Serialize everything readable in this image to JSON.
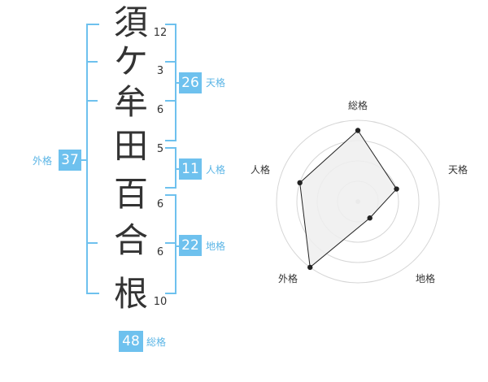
{
  "name_characters": [
    "須",
    "ケ",
    "牟",
    "田",
    "百",
    "合",
    "根"
  ],
  "stroke_counts": [
    "12",
    "3",
    "6",
    "5",
    "6",
    "6",
    "10"
  ],
  "scores": {
    "tenkaku": {
      "value": "26",
      "label": "天格"
    },
    "jinkaku": {
      "value": "11",
      "label": "人格"
    },
    "chikaku": {
      "value": "22",
      "label": "地格"
    },
    "gaikaku": {
      "value": "37",
      "label": "外格"
    },
    "soukaku": {
      "value": "48",
      "label": "総格"
    }
  },
  "radar": {
    "axes": [
      "総格",
      "天格",
      "地格",
      "外格",
      "人格"
    ],
    "levels": 4,
    "values": [
      3.5,
      2.0,
      1.0,
      4.0,
      3.0
    ],
    "max": 4,
    "colors": {
      "fill": "#efefef",
      "grid": "#d6d6d6",
      "line": "#222222"
    }
  },
  "colors": {
    "accent": "#6ec1ee",
    "accent_text": "#5bb5e6"
  }
}
